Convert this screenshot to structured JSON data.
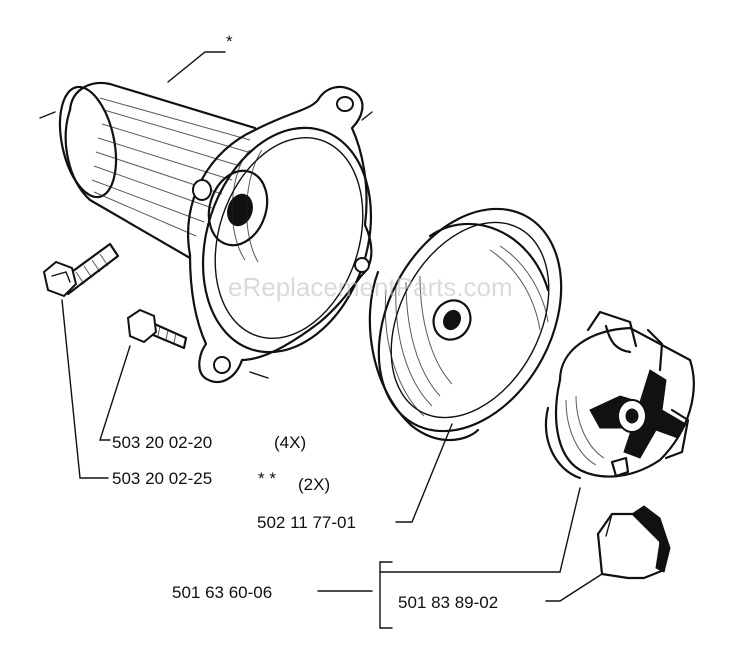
{
  "watermark": "eReplacementParts.com",
  "labels": {
    "housing_note": "*",
    "bolt_short": {
      "part": "503 20 02-20",
      "qty": "(4X)"
    },
    "bolt_long": {
      "part": "503 20 02-25",
      "note": "* *",
      "qty": "(2X)"
    },
    "drum": {
      "part": "502 11 77-01"
    },
    "clutch_kit": {
      "part": "501 63 60-06"
    },
    "spring": {
      "part": "501 83 89-02"
    }
  }
}
